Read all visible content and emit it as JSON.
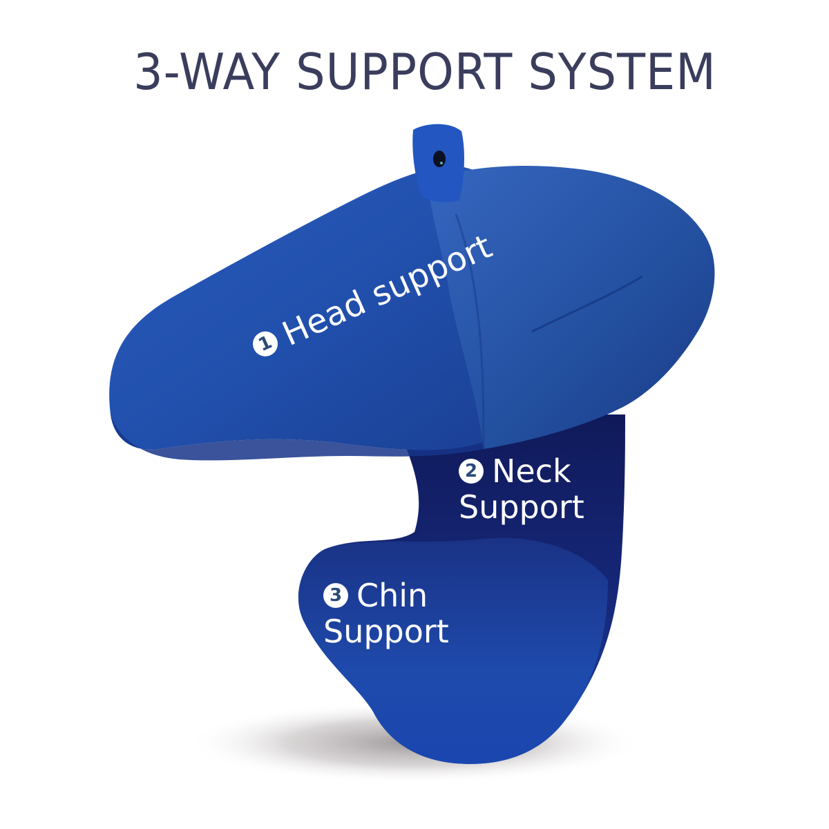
{
  "title": "3-WAY SUPPORT SYSTEM",
  "colors": {
    "title": "#3a3d5c",
    "pillow_main": "#1f4fb0",
    "pillow_light": "#3a6cc8",
    "pillow_dark": "#152f80",
    "pillow_shadow_zone": "#111c5c",
    "label_text": "#ffffff",
    "badge_bg": "#ffffff",
    "badge_text": "#2b4a78"
  },
  "labels": [
    {
      "number": "1",
      "line1": "Head support",
      "line2": ""
    },
    {
      "number": "2",
      "line1": "Neck",
      "line2": "Support"
    },
    {
      "number": "3",
      "line1": "Chin",
      "line2": "Support"
    }
  ],
  "icons": {
    "loop_tab": "hanging-loop-icon",
    "snap_button": "snap-button-icon"
  }
}
